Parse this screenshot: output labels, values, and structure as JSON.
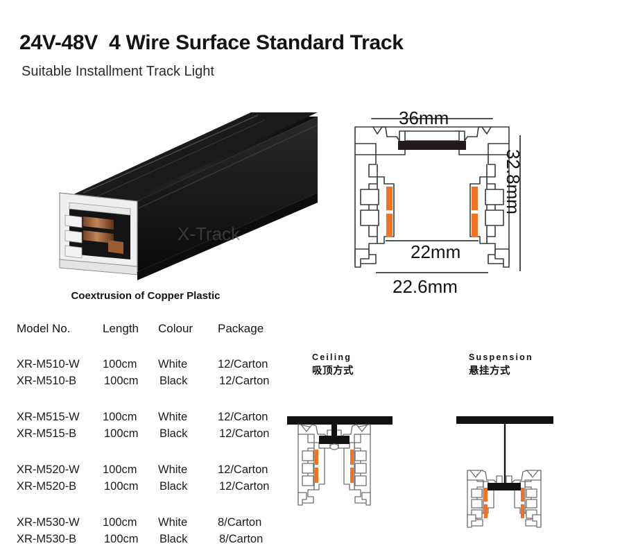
{
  "header": {
    "title": "24V-48V  4 Wire Surface Standard Track",
    "subtitle": "Suitable Installment Track Light"
  },
  "photo": {
    "caption": "Coextrusion of Copper Plastic",
    "watermark": "X-Track"
  },
  "cross_section": {
    "width_outer": "36mm",
    "height": "32.8mm",
    "width_inner": "22mm",
    "width_base": "22.6mm"
  },
  "table": {
    "headers": {
      "model": "Model No.",
      "length": "Length",
      "colour": "Colour",
      "package": "Package"
    },
    "groups": [
      {
        "rows": [
          {
            "model": "XR-M510-W",
            "length": "100cm",
            "colour": "White",
            "package": "12/Carton"
          },
          {
            "model": "XR-M510-B",
            "length": "100cm",
            "colour": "Black",
            "package": "12/Carton"
          }
        ]
      },
      {
        "rows": [
          {
            "model": "XR-M515-W",
            "length": "100cm",
            "colour": "White",
            "package": "12/Carton"
          },
          {
            "model": "XR-M515-B",
            "length": "100cm",
            "colour": "Black",
            "package": "12/Carton"
          }
        ]
      },
      {
        "rows": [
          {
            "model": "XR-M520-W",
            "length": "100cm",
            "colour": "White",
            "package": "12/Carton"
          },
          {
            "model": "XR-M520-B",
            "length": "100cm",
            "colour": "Black",
            "package": "12/Carton"
          }
        ]
      },
      {
        "rows": [
          {
            "model": "XR-M530-W",
            "length": "100cm",
            "colour": "White",
            "package": "8/Carton"
          },
          {
            "model": "XR-M530-B",
            "length": "100cm",
            "colour": "Black",
            "package": "8/Carton"
          }
        ]
      }
    ]
  },
  "installation": {
    "ceiling": {
      "en": "Ceiling",
      "cn": "吸顶方式"
    },
    "suspension": {
      "en": "Suspension",
      "cn": "悬挂方式"
    }
  },
  "colors": {
    "contact_orange": "#F4711F",
    "line": "#3a3a3a",
    "black": "#111111",
    "background": "#ffffff"
  }
}
